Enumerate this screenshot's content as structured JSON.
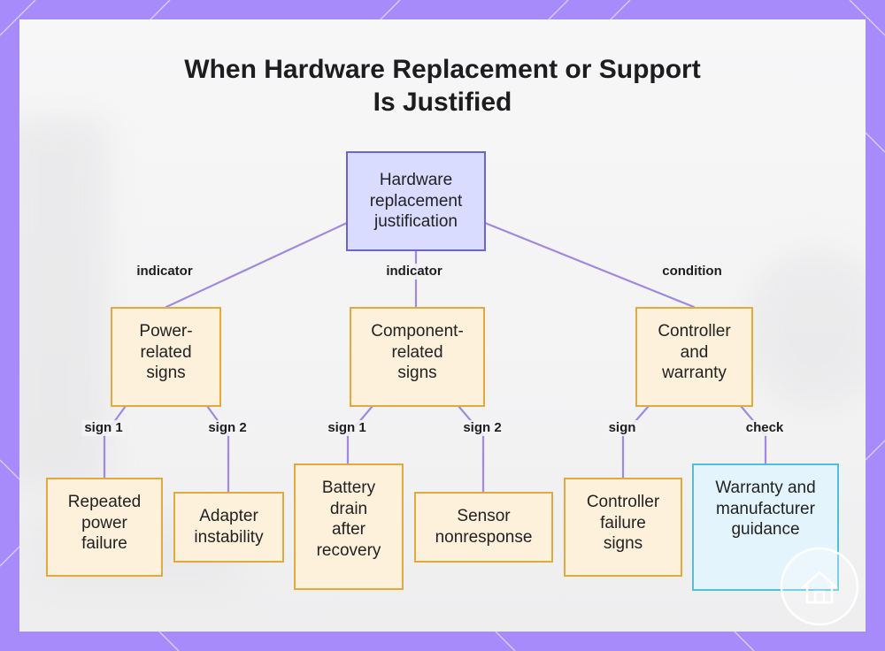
{
  "title": [
    "When Hardware Replacement or Support",
    "Is Justified"
  ],
  "colors": {
    "frame": "#a78bfa",
    "root_fill": "#dadcff",
    "root_border": "#6b63d6",
    "node_fill": "#fdf1dc",
    "node_border": "#e3a93c",
    "warranty_fill": "#e4f4fd",
    "warranty_border": "#4cc0dc",
    "edge": "#a189e0"
  },
  "nodes": {
    "root": [
      "Hardware",
      "replacement",
      "justification"
    ],
    "power": [
      "Power-",
      "related",
      "signs"
    ],
    "component": [
      "Component-",
      "related",
      "signs"
    ],
    "controller": [
      "Controller",
      "and",
      "warranty"
    ],
    "repeated": [
      "Repeated",
      "power",
      "failure"
    ],
    "adapter": [
      "Adapter",
      "instability"
    ],
    "battery": [
      "Battery",
      "drain",
      "after",
      "recovery"
    ],
    "sensor": [
      "Sensor",
      "nonresponse"
    ],
    "ctrl_fail": [
      "Controller",
      "failure",
      "signs"
    ],
    "warranty": [
      "Warranty and",
      "manufacturer",
      "guidance"
    ]
  },
  "edge_labels": {
    "root_power": "indicator",
    "root_component": "indicator",
    "root_controller": "condition",
    "power_repeated": "sign 1",
    "power_adapter": "sign 2",
    "component_battery": "sign 1",
    "component_sensor": "sign 2",
    "controller_ctrl_fail": "sign",
    "controller_warranty": "check"
  },
  "badge_icon": "house-icon"
}
